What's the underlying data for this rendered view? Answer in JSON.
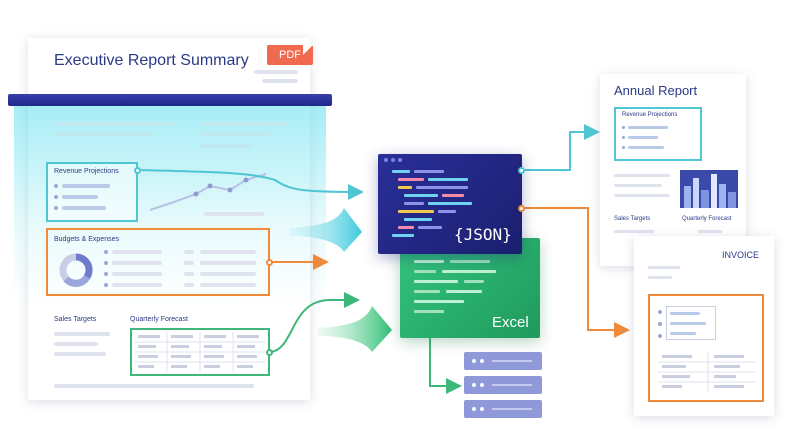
{
  "main_doc": {
    "title": "Executive Report Summary",
    "badge": "PDF",
    "sections": {
      "revenue": "Revenue Projections",
      "budgets": "Budgets & Expenses",
      "sales": "Sales Targets",
      "forecast": "Quarterly Forecast"
    }
  },
  "outputs": {
    "json_label": "{JSON}",
    "excel_label": "Excel"
  },
  "annual_report": {
    "title": "Annual Report",
    "section": "Revenue Projections",
    "sales": "Sales Targets",
    "forecast": "Quarterly Forecast"
  },
  "invoice": {
    "title": "INVOICE"
  },
  "colors": {
    "teal": "#4fc6d3",
    "orange": "#ef8a3a",
    "green": "#3db87a",
    "navy": "#2b3a86"
  },
  "icons": [
    "pdf-icon",
    "server-icon",
    "city-image"
  ]
}
